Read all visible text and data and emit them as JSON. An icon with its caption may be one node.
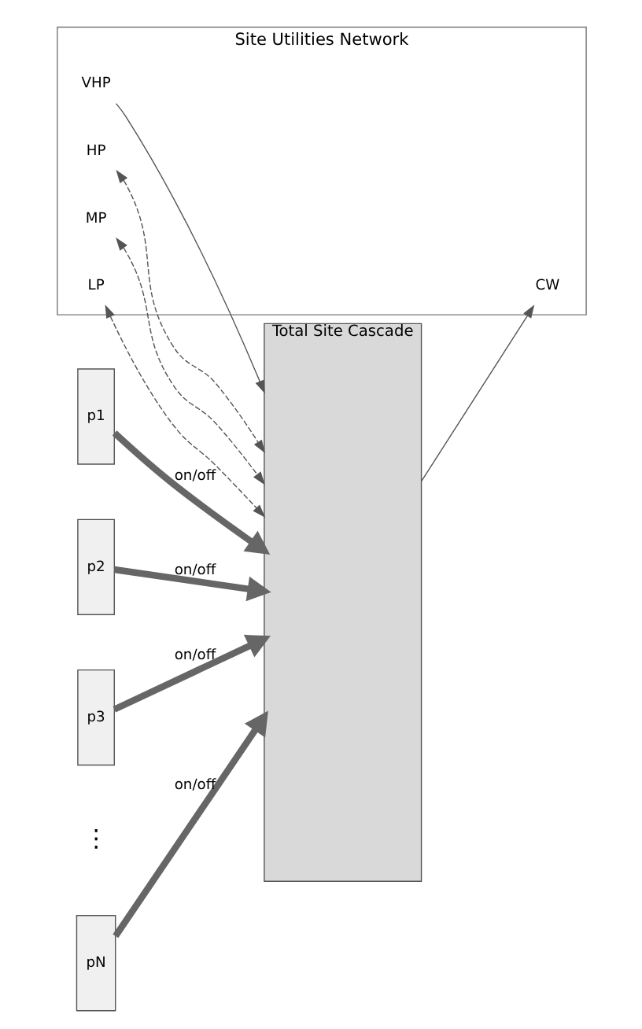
{
  "diagram": {
    "nodes": [
      {
        "text": [
          "Total Site Cascade"
        ]
      },
      {
        "text": [
          "p1"
        ]
      },
      {
        "text": [
          "p2"
        ]
      },
      {
        "text": [
          "p3"
        ]
      },
      {
        "text": [
          "pN"
        ]
      },
      {
        "text": [
          "Site Utilities Network"
        ]
      },
      {
        "text": [
          "VHP"
        ],
        "in": 5
      },
      {
        "text": [
          "HP"
        ],
        "in": 5
      },
      {
        "text": [
          "MP"
        ],
        "in": 5
      },
      {
        "text": [
          "LP"
        ],
        "in": 5
      },
      {
        "text": [
          "CW"
        ],
        "in": 5
      }
    ],
    "edges": [
      {
        "from": 1,
        "to": 0,
        "arrow": "to",
        "label": "on/off",
        "style": "thick"
      },
      {
        "from": 2,
        "to": 0,
        "arrow": "to",
        "label": "on/off",
        "style": "thick"
      },
      {
        "from": 3,
        "to": 0,
        "arrow": "to",
        "label": "on/off",
        "style": "thick"
      },
      {
        "from": 4,
        "to": 0,
        "arrow": "to",
        "label": "on/off",
        "style": "thick"
      },
      {
        "from": 6,
        "to": 0,
        "arrow": "to"
      },
      {
        "from": 7,
        "to": 0,
        "arrow": "both",
        "style": "dashed"
      },
      {
        "from": 8,
        "to": 0,
        "arrow": "both",
        "style": "dashed"
      },
      {
        "from": 9,
        "to": 0,
        "arrow": "both",
        "style": "dashed"
      },
      {
        "from": 0,
        "to": 10,
        "arrow": "to"
      }
    ],
    "labels": [
      "⋮"
    ]
  }
}
